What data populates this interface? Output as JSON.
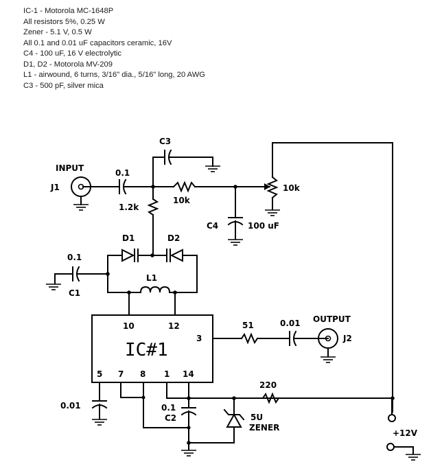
{
  "notes": [
    "IC-1 - Motorola MC-1648P",
    "All resistors 5%, 0.25 W",
    "Zener - 5.1 V, 0.5 W",
    "All 0.1 and 0.01 uF capacitors ceramic, 16V",
    "C4 - 100 uF, 16 V electrolytic",
    "D1, D2  - Motorola MV-209",
    "L1 - airwound, 6 turns, 3/16\" dia., 5/16\" long, 20 AWG",
    "C3 - 500 pF, silver mica"
  ],
  "schematic": {
    "input": {
      "label": "INPUT",
      "ref": "J1"
    },
    "output": {
      "label": "OUTPUT",
      "ref": "J2"
    },
    "c_in": {
      "value": "0.1"
    },
    "c3": {
      "ref": "C3"
    },
    "r_bias": {
      "value": "1.2k"
    },
    "r_filter": {
      "value": "10k"
    },
    "c4": {
      "ref": "C4",
      "value": "100 uF"
    },
    "pot": {
      "value": "10k"
    },
    "d1": {
      "ref": "D1"
    },
    "d2": {
      "ref": "D2"
    },
    "c1": {
      "ref": "C1",
      "value": "0.1"
    },
    "l1": {
      "ref": "L1"
    },
    "ic": {
      "label": "IC#1",
      "pins": {
        "p10": "10",
        "p12": "12",
        "p3": "3",
        "p5": "5",
        "p7": "7",
        "p8": "8",
        "p1": "1",
        "p14": "14"
      }
    },
    "r_out": {
      "value": "51"
    },
    "c_out": {
      "value": "0.01"
    },
    "c5": {
      "value": "0.01"
    },
    "c2": {
      "ref": "C2",
      "value": "0.1"
    },
    "zener": {
      "value": "5U",
      "label": "ZENER"
    },
    "r_supply": {
      "value": "220"
    },
    "supply": {
      "label": "+12V"
    }
  }
}
